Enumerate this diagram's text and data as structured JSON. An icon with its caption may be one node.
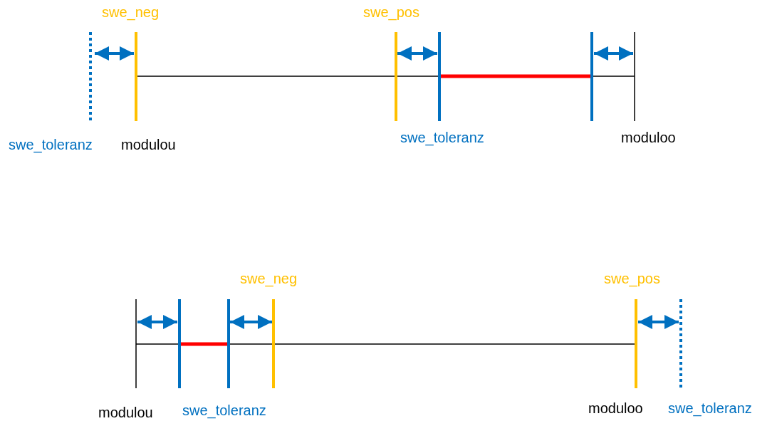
{
  "diagram": {
    "labels": [
      "swe_neg",
      "swe_pos",
      "swe_toleranz",
      "modulou",
      "swe_toleranz",
      "moduloo",
      "swe_neg",
      "swe_pos",
      "modulou",
      "swe_toleranz",
      "moduloo",
      "swe_toleranz"
    ]
  }
}
